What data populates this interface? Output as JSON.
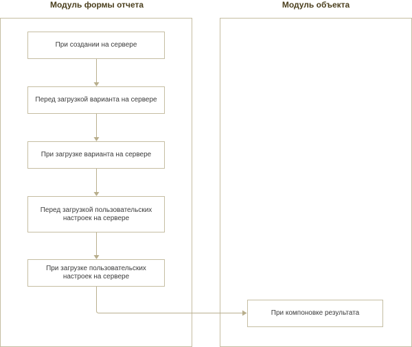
{
  "modules": {
    "left_title": "Модуль формы отчета",
    "right_title": "Модуль объекта"
  },
  "nodes": {
    "on_create": "При создании на сервере",
    "before_variant_load": "Перед загрузкой варианта на сервере",
    "on_variant_load": "При загрузке варианта на сервере",
    "before_user_settings_load": "Перед загрузкой пользовательских настроек на сервере",
    "on_user_settings_load": "При загрузке пользовательских настроек на сервере",
    "on_result_compose": "При компоновке результата"
  },
  "colors": {
    "border": "#c4bca0",
    "connector": "#b8ae8c",
    "title": "#4a3e1c"
  }
}
